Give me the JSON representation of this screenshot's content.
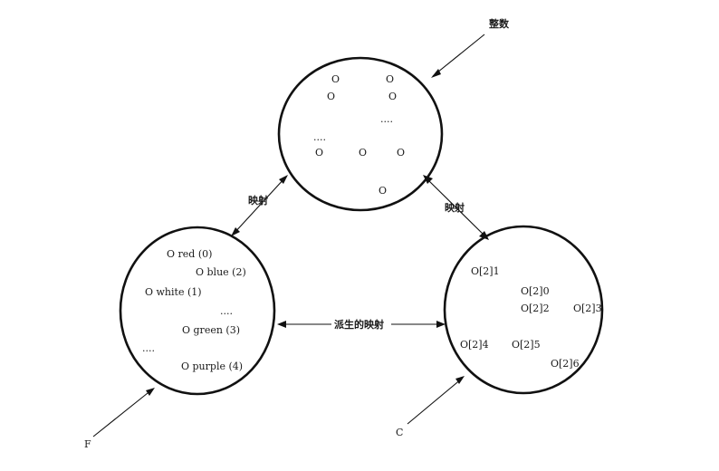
{
  "labels": {
    "integers": "整数",
    "mapping_left": "映射",
    "mapping_right": "映射",
    "derived_mapping": "派生的映射",
    "F": "F",
    "C": "C"
  },
  "integer_set": [
    "O",
    "O",
    "O",
    "O",
    "....",
    "....",
    "O",
    "O",
    "O",
    "O"
  ],
  "color_set": {
    "items": [
      "O red (0)",
      "O blue (2)",
      "O white (1)",
      "O green (3)",
      "O purple (4)"
    ],
    "dots": [
      "....",
      "...."
    ]
  },
  "array_set": {
    "items": [
      "O[2]1",
      "O[2]0",
      "O[2]2",
      "O[2]3",
      "O[2]4",
      "O[2]5",
      "O[2]6"
    ]
  }
}
